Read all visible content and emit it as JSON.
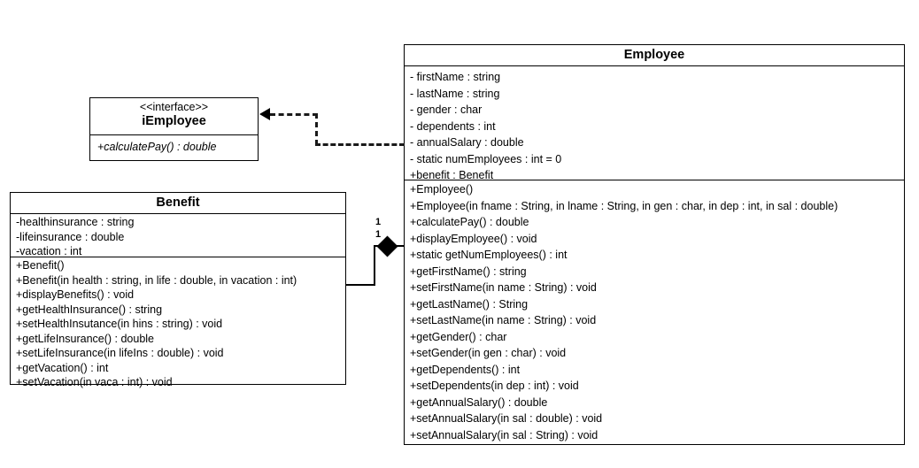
{
  "diagram": {
    "kind": "uml-class-diagram",
    "background_color": "#ffffff",
    "line_color": "#000000"
  },
  "classes": {
    "employee": {
      "name": "Employee",
      "attributes": [
        "- firstName : string",
        "- lastName : string",
        "- gender : char",
        "- dependents : int",
        "- annualSalary  : double",
        "- static numEmployees : int = 0",
        "+benefit : Benefit"
      ],
      "operations": [
        "+Employee()",
        "+Employee(in fname : String, in lname : String, in gen : char, in dep : int, in sal : double)",
        "+calculatePay()  : double",
        "+displayEmployee() : void",
        "+static getNumEmployees() : int",
        "+getFirstName() : string",
        "+setFirstName(in name : String) : void",
        "+getLastName() : String",
        "+setLastName(in  name : String) : void",
        "+getGender() : char",
        "+setGender(in gen : char) : void",
        "+getDependents() : int",
        "+setDependents(in dep : int) : void",
        "+getAnnualSalary()  : double",
        "+setAnnualSalary(in  sal : double) : void",
        "+setAnnualSalary(in  sal : String) : void"
      ]
    },
    "benefit": {
      "name": "Benefit",
      "attributes": [
        "-healthinsurance : string",
        "-lifeinsurance : double",
        "-vacation  : int"
      ],
      "operations": [
        "+Benefit()",
        "+Benefit(in health : string, in life : double, in vacation  : int)",
        "+displayBenefits() : void",
        "+getHealthInsurance() : string",
        "+setHealthInsutance(in hins  : string) : void",
        "+getLifeInsurance() : double",
        "+setLifeInsurance(in lifeIns : double) : void",
        "+getVacation()  : int",
        "+setVacation(in  vaca  : int) : void"
      ]
    },
    "iemployee": {
      "stereotype": "<<interface>>",
      "name": "iEmployee",
      "operations": [
        "+calculatePay() : double"
      ]
    }
  },
  "relationships": {
    "realization": {
      "type": "realization",
      "from": "Employee",
      "to": "iEmployee",
      "line_style": "dashed",
      "arrow": "closed-arrowhead"
    },
    "composition": {
      "type": "composition",
      "from": "Employee",
      "to": "Benefit",
      "line_style": "solid",
      "arrow": "filled-diamond",
      "multiplicity_source": "1",
      "multiplicity_target": "1"
    }
  }
}
